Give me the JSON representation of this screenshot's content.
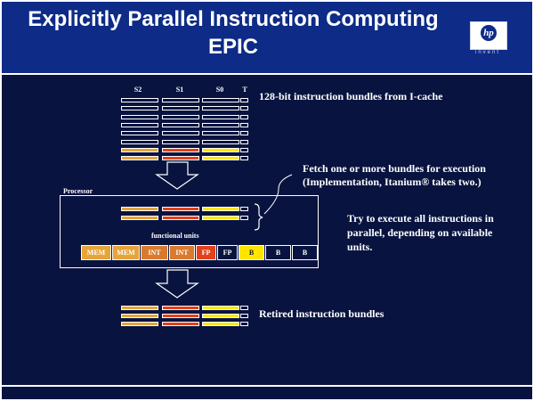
{
  "slide": {
    "title_line1": "Explicitly Parallel Instruction Computing",
    "title_line2": "EPIC"
  },
  "logo": {
    "mark": "hp",
    "tagline": "invent"
  },
  "columns": {
    "s2": "S2",
    "s1": "S1",
    "s0": "S0",
    "t": "T"
  },
  "labels": {
    "bundles_from_icache": "128-bit instruction bundles from I-cache",
    "fetch_line1": "Fetch one or more bundles for execution",
    "fetch_line2": "(Implementation, Itanium® takes two.)",
    "try_line1": "Try to execute all instructions in",
    "try_line2": "parallel, depending on available",
    "try_line3": "units.",
    "processor": "Processor",
    "functional_units": "functional units",
    "retired": "Retired instruction bundles"
  },
  "functional_units": [
    {
      "label": "MEM",
      "color": "#e6a43a"
    },
    {
      "label": "MEM",
      "color": "#e6a43a"
    },
    {
      "label": "INT",
      "color": "#d97a2e"
    },
    {
      "label": "INT",
      "color": "#d97a2e"
    },
    {
      "label": "FP",
      "color": "#e4401a"
    },
    {
      "label": "FP",
      "color": "#08133f"
    },
    {
      "label": "B",
      "color": "#ffe600"
    },
    {
      "label": "B",
      "color": "#08133f"
    },
    {
      "label": "B",
      "color": "#08133f"
    }
  ],
  "colors": {
    "header": "#0d2b87",
    "panel": "#08133f",
    "s2_fill": "#e6a43a",
    "s1_fill": "#e4401a",
    "s0_fill": "#ffe600",
    "arrow": "#ffffff"
  }
}
